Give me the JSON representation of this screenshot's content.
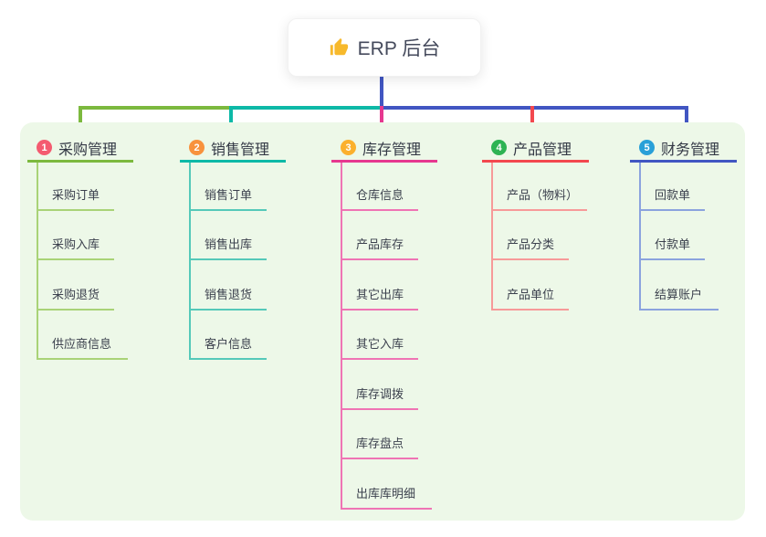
{
  "root": {
    "label": "ERP 后台",
    "icon": "thumbs-up"
  },
  "branches": [
    {
      "num": "1",
      "label": "采购管理",
      "badge_color": "#f45b70",
      "line_color": "#7cb93e",
      "child_line_color": "#a9d377",
      "children": [
        "采购订单",
        "采购入库",
        "采购退货",
        "供应商信息"
      ]
    },
    {
      "num": "2",
      "label": "销售管理",
      "badge_color": "#f8923d",
      "line_color": "#0db9a7",
      "child_line_color": "#55c9b9",
      "children": [
        "销售订单",
        "销售出库",
        "销售退货",
        "客户信息"
      ]
    },
    {
      "num": "3",
      "label": "库存管理",
      "badge_color": "#fbb02d",
      "line_color": "#e6388f",
      "child_line_color": "#ef74b4",
      "children": [
        "仓库信息",
        "产品库存",
        "其它出库",
        "其它入库",
        "库存调拨",
        "库存盘点",
        "出库库明细"
      ]
    },
    {
      "num": "4",
      "label": "产品管理",
      "badge_color": "#2eb353",
      "line_color": "#f3484e",
      "child_line_color": "#f79a99",
      "children": [
        "产品（物料）",
        "产品分类",
        "产品单位"
      ]
    },
    {
      "num": "5",
      "label": "财务管理",
      "badge_color": "#29a0d8",
      "line_color": "#4156c2",
      "child_line_color": "#8ba3de",
      "children": [
        "回款单",
        "付款单",
        "结算账户"
      ]
    }
  ],
  "colors": {
    "panel_background": "#edf8e8",
    "page_background": "#ffffff",
    "root_stem": "#4156c2",
    "root_text": "#454a5c",
    "node_text": "#3c414e",
    "thumbs_up_icon": "#f7b92c"
  }
}
